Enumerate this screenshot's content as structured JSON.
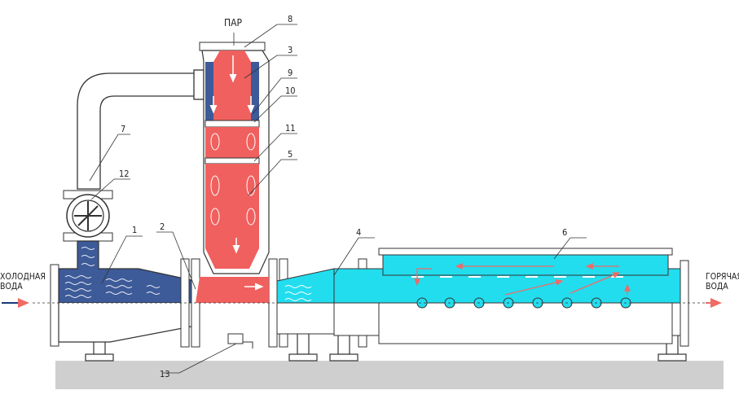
{
  "labels": {
    "steam": "ПАР",
    "cold_water_line1": "ХОЛОДНАЯ",
    "cold_water_line2": "ВОДА",
    "hot_water_line1": "ГОРЯЧАЯ",
    "hot_water_line2": "ВОДА"
  },
  "callouts": [
    "1",
    "2",
    "3",
    "4",
    "5",
    "6",
    "7",
    "8",
    "9",
    "10",
    "11",
    "12",
    "13"
  ],
  "colors": {
    "steam": "#f0605e",
    "cold_water": "#3d5a99",
    "hot_water": "#22ddee",
    "cold_arrow": "#1a3a7a",
    "hot_arrow": "#f06a66",
    "ground": "#cfcfcf",
    "outline": "#333333"
  }
}
